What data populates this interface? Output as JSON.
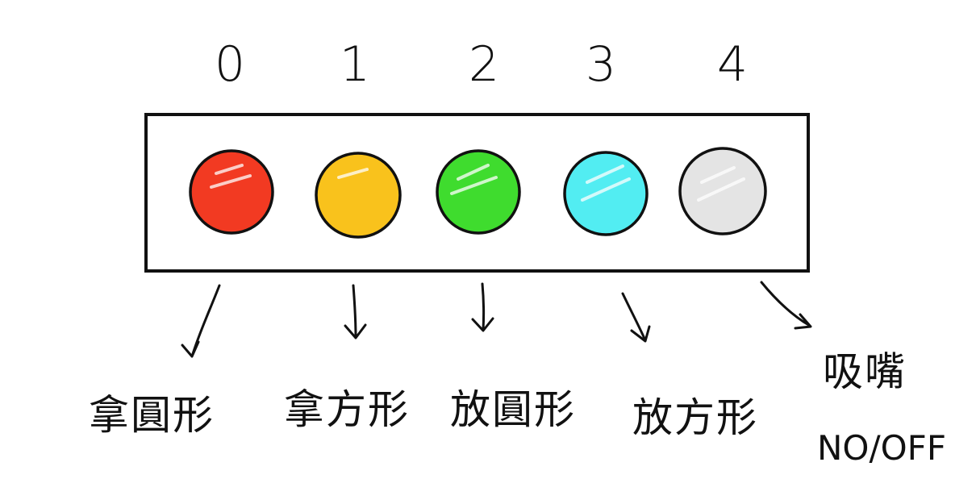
{
  "slots": [
    {
      "index": "0",
      "color": "#f23a22",
      "label": "拿圓形"
    },
    {
      "index": "1",
      "color": "#f9c21c",
      "label": "拿方形"
    },
    {
      "index": "2",
      "color": "#3fdc2e",
      "label": "放圓形"
    },
    {
      "index": "3",
      "color": "#52edf2",
      "label": "放方形"
    },
    {
      "index": "4",
      "color": "#e4e4e4",
      "label_line1": "吸嘴",
      "label_line2": "NO/OFF"
    }
  ]
}
